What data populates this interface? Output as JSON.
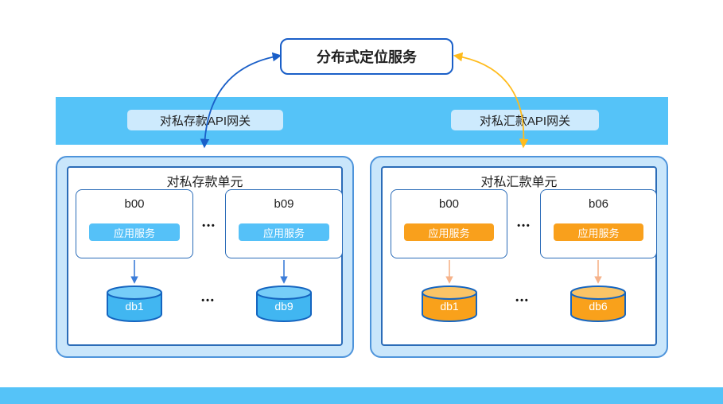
{
  "locator": {
    "label": "分布式定位服务"
  },
  "gateway_band": {
    "left_label": "对私存款API网关",
    "right_label": "对私汇款API网关"
  },
  "left_unit": {
    "title": "对私存款单元",
    "node_a": {
      "name": "b00",
      "service": "应用服务"
    },
    "node_b": {
      "name": "b09",
      "service": "应用服务"
    },
    "node_ellipsis": "•••",
    "db_a": "db1",
    "db_b": "db9",
    "db_ellipsis": "•••"
  },
  "right_unit": {
    "title": "对私汇款单元",
    "node_a": {
      "name": "b00",
      "service": "应用服务"
    },
    "node_b": {
      "name": "b06",
      "service": "应用服务"
    },
    "node_ellipsis": "•••",
    "db_a": "db1",
    "db_b": "db6",
    "db_ellipsis": "•••"
  },
  "colors": {
    "band_blue": "#55C3F8",
    "gateway_label_bg": "#CDEAFD",
    "container_fill": "#C9E6FB",
    "container_border": "#4E94DB",
    "inner_border": "#2B6CB8",
    "service_blue": "#55C1F8",
    "service_orange": "#F9A01C",
    "db_blue_body": "#41B6F1",
    "db_blue_top": "#76CDF8",
    "db_orange_body": "#F9A11B",
    "db_orange_top": "#FAC466",
    "curve_blue": "#1A5FC8",
    "curve_yellow": "#FFBB1C",
    "arrow_blue": "#3C7DD9",
    "arrow_peach": "#F6B289"
  }
}
